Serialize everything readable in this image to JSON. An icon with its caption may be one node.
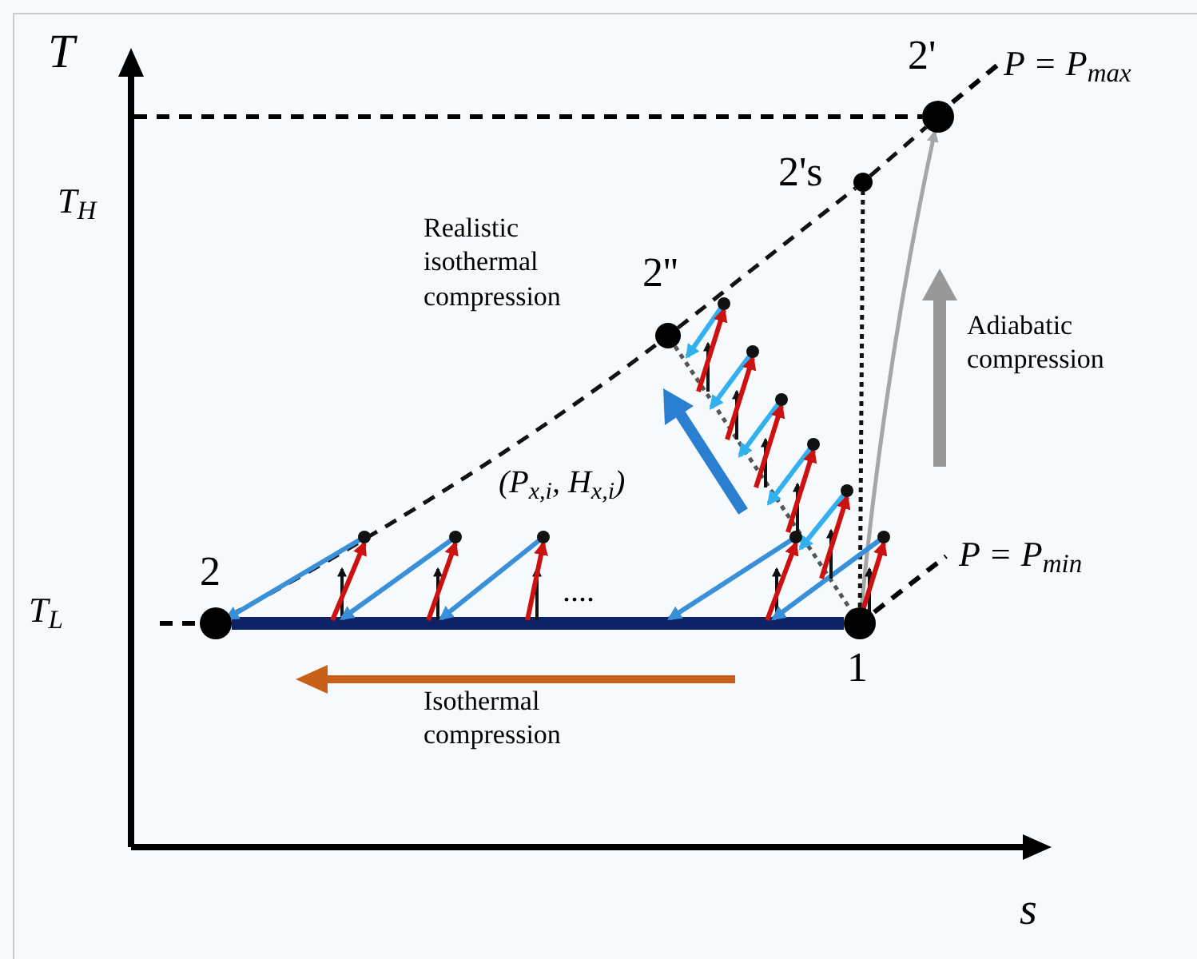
{
  "diagram": {
    "nodes": [
      {
        "text": [],
        "shape": "circle",
        "beside": [
          "2'"
        ]
      },
      {
        "text": [],
        "shape": "circle",
        "beside": [
          "2's"
        ]
      },
      {
        "text": [],
        "shape": "circle",
        "beside": [
          "2''"
        ]
      },
      {
        "text": [],
        "shape": "circle",
        "beside": [
          "2"
        ]
      },
      {
        "text": [],
        "shape": "circle",
        "beside": [
          "1"
        ]
      }
    ],
    "edges": [
      {
        "from": 4,
        "to": 3,
        "arrow": "none",
        "style": "thick",
        "color": "#0d2366"
      },
      {
        "from": 4,
        "to": 0,
        "arrow": "to",
        "color": "#a6a6a6"
      },
      {
        "from": 4,
        "to": 1,
        "arrow": "none",
        "style": "dashed"
      },
      {
        "from": 2,
        "to": 4,
        "arrow": "none",
        "style": "dashed",
        "color": "#555555"
      },
      {
        "from": 3,
        "to": 2,
        "arrow": "none",
        "style": "dashed"
      },
      {
        "from": 2,
        "to": 1,
        "arrow": "none",
        "style": "dashed"
      },
      {
        "from": 1,
        "to": 0,
        "arrow": "none",
        "style": "dashed"
      }
    ],
    "labels": [
      "T",
      "P = P$_{max}$",
      "T$_{H}$",
      "Realistic isothermal compression",
      "Adiabatic compression",
      "(P$_{x,i}$, H$_{x,i}$)",
      "....",
      "P = P$_{min}$",
      "T$_{L}$",
      "Isothermal compression",
      "s"
    ]
  }
}
